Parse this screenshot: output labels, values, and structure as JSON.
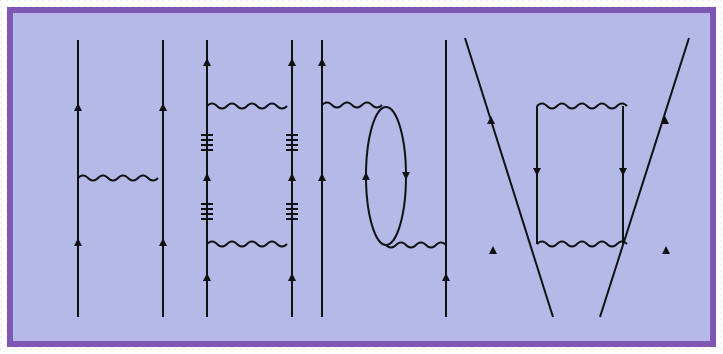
{
  "figure": {
    "kind": "Feynman diagrams",
    "colors": {
      "page_background": "#ffffff",
      "frame_border": "#7e57b5",
      "panel_background": "#b5b9e8",
      "line": "#111111",
      "dotted_grid": "#d9d9ee"
    },
    "diagrams": [
      {
        "id": "single-exchange",
        "propagator_arrows": [
          "up",
          "up",
          "up",
          "up"
        ],
        "photon_lines": 1
      },
      {
        "id": "ladder-with-insertions",
        "propagator_arrows": [
          "up",
          "up",
          "up",
          "up",
          "up",
          "up"
        ],
        "photon_lines": 2,
        "slash_marks": 4
      },
      {
        "id": "vacuum-polarization-loop",
        "propagator_arrows": [
          "up",
          "up",
          "up",
          "down"
        ],
        "photon_lines": 2,
        "loops": 1
      },
      {
        "id": "crossed-box",
        "propagator_arrows": [
          "up",
          "down",
          "down",
          "up"
        ],
        "photon_lines": 2,
        "crossing_lines": 2
      }
    ]
  }
}
